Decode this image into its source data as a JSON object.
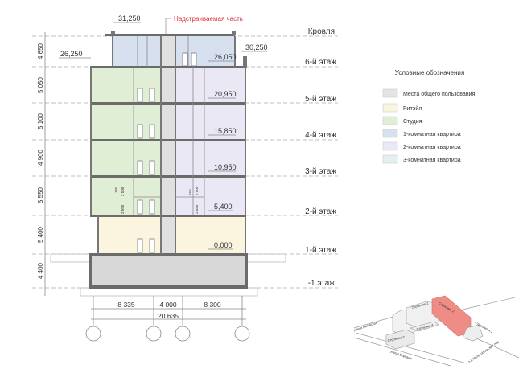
{
  "red_label": "Надстраиваемая часть",
  "floors": [
    {
      "label": "Кровля"
    },
    {
      "label": "6-й этаж",
      "elevation": "26,050"
    },
    {
      "label": "5-й этаж",
      "elevation": "20,950"
    },
    {
      "label": "4-й этаж",
      "elevation": "15,850"
    },
    {
      "label": "3-й этаж",
      "elevation": "10,950"
    },
    {
      "label": "2-й этаж",
      "elevation": "5,400"
    },
    {
      "label": "1-й этаж",
      "elevation": "0,000"
    },
    {
      "label": "-1 этаж"
    }
  ],
  "extra_elevations": {
    "top": "31,250",
    "left_parapet": "26,250",
    "right_parapet": "30,250"
  },
  "floor_heights": [
    "4 650",
    "5 050",
    "5 100",
    "4 900",
    "5 550",
    "5 400",
    "4 400"
  ],
  "inner_dims": [
    "150",
    "2 500",
    "2 550",
    "150",
    "2 500",
    "2 550"
  ],
  "bottom_dims": {
    "spans": [
      "8 335",
      "4 000",
      "8 300"
    ],
    "total": "20 635"
  },
  "colors": {
    "common": "#e4e4e2",
    "retail": "#fbf4df",
    "studio": "#e0eed5",
    "one_room": "#d6e0ee",
    "two_room": "#eae8f4",
    "three_room": "#e3f0ee",
    "accent": "#e0303a",
    "highlight": "#ef8c85"
  },
  "legend": {
    "title": "Условные обозначения",
    "items": [
      {
        "label": "Места общего пользования",
        "color": "#e4e4e2"
      },
      {
        "label": "Ритэйл",
        "color": "#fbf4df"
      },
      {
        "label": "Студия",
        "color": "#e0eed5"
      },
      {
        "label": "1-комнатная квартира",
        "color": "#d6e0ee"
      },
      {
        "label": "2-комнатная квартира",
        "color": "#eae8f4"
      },
      {
        "label": "3-комнатная квартира",
        "color": "#e3f0ee"
      }
    ]
  },
  "site_plan": {
    "buildings": [
      "Строение 1",
      "Строение 2",
      "Строение 3",
      "Строение 4",
      "Строение 4.1"
    ],
    "streets": [
      "улица Лиговская",
      "улица Боровая",
      "2-й Мелитопольский пер"
    ]
  }
}
